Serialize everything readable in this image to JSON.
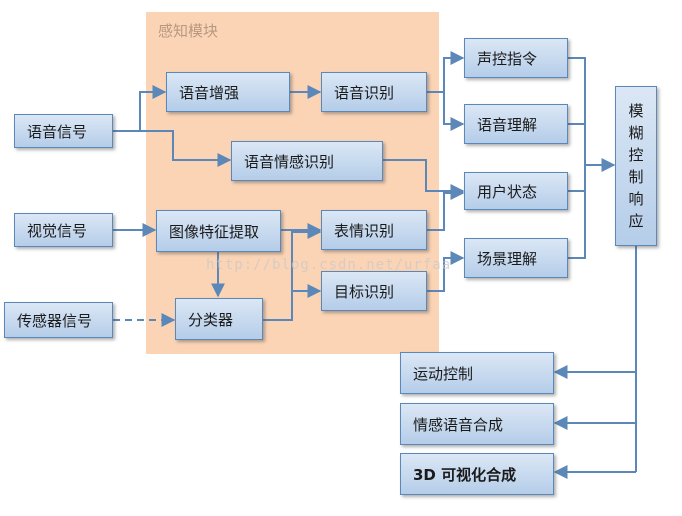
{
  "region": {
    "label": "感知模块"
  },
  "nodes": {
    "speech_signal": "语音信号",
    "visual_signal": "视觉信号",
    "sensor_signal": "传感器信号",
    "speech_enhance": "语音增强",
    "speech_recognition": "语音识别",
    "speech_emotion": "语音情感识别",
    "image_feature": "图像特征提取",
    "classifier": "分类器",
    "expression_recognition": "表情识别",
    "target_recognition": "目标识别",
    "voice_command": "声控指令",
    "speech_understanding": "语音理解",
    "user_state": "用户状态",
    "scene_understanding": "场景理解",
    "fuzzy_control": [
      "模",
      "糊",
      "控",
      "制",
      "响",
      "应"
    ],
    "motion_control": "运动控制",
    "emotional_tts": "情感语音合成",
    "viz_3d": "3D 可视化合成"
  },
  "watermark": "http://blog.csdn.net/urfaa",
  "colors": {
    "region_fill": "#fbd4b6",
    "node_fill": "#c6d9f0",
    "node_border": "#5b88b8",
    "arrow": "#5b88b8"
  }
}
